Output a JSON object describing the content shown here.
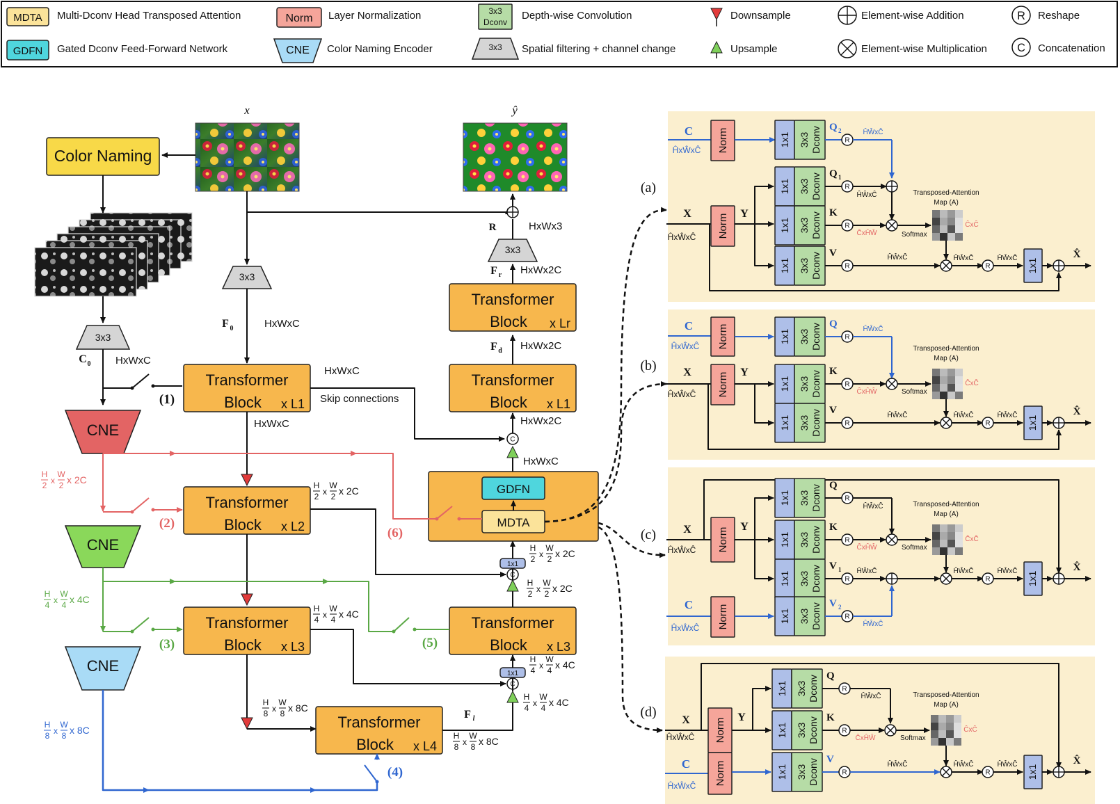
{
  "legend": {
    "mdta_tag": "MDTA",
    "mdta_text": "Multi-Dconv Head Transposed Attention",
    "gdfn_tag": "GDFN",
    "gdfn_text": "Gated Dconv Feed-Forward Network",
    "norm_tag": "Norm",
    "norm_text": "Layer Normalization",
    "cne_tag": "CNE",
    "cne_text": "Color Naming Encoder",
    "dw_tag_1": "3x3",
    "dw_tag_2": "Dconv",
    "dw_text": "Depth-wise Convolution",
    "sf_tag": "3x3",
    "sf_text": "Spatial filtering + channel change",
    "down_text": "Downsample",
    "up_text": "Upsample",
    "add_text": "Element-wise Addition",
    "mul_text": "Element-wise Multiplication",
    "reshape_sym": "R",
    "reshape_text": "Reshape",
    "concat_sym": "C",
    "concat_text": "Concatenation"
  },
  "colors": {
    "mdta": "#fbe39a",
    "gdfn": "#4fd6dd",
    "norm": "#f5a59a",
    "dconv": "#b6dca6",
    "conv1x1": "#aebfe8",
    "transformer": "#f7b74d",
    "cne_red": "#e36464",
    "cne_green": "#8ad85a",
    "cne_blue": "#a9dbf6",
    "color_naming": "#f8d948",
    "panel": "#fbefcf",
    "red_line": "#e36464",
    "green_line": "#5aa845",
    "blue_line": "#2f66d0"
  },
  "main": {
    "x_label": "x",
    "y_label": "ŷ",
    "color_naming": "Color Naming",
    "conv": "3x3",
    "f0": "F",
    "f0_sub": "0",
    "hwc": "HxWxC",
    "c0": "C",
    "c0_sub": "0",
    "cne": "CNE",
    "tb1_a": "Transformer",
    "tb1_b": "Block",
    "tb1_n": "x L1",
    "tb2_a": "Transformer",
    "tb2_b": "Block",
    "tb2_n": "x L2",
    "tb3_a": "Transformer",
    "tb3_b": "Block",
    "tb3_n": "x L3",
    "tb4_a": "Transformer",
    "tb4_b": "Block",
    "tb4_n": "x L4",
    "tb5_a": "Transformer",
    "tb5_b": "Block",
    "tb5_n": "x L3",
    "tb6_a": "Transformer",
    "tb6_b": "Block",
    "tb6_n": "x L1",
    "tb7_a": "Transformer",
    "tb7_b": "Block",
    "tb7_n": "x Lr",
    "n1": "(1)",
    "n2": "(2)",
    "n3": "(3)",
    "n4": "(4)",
    "n5": "(5)",
    "n6": "(6)",
    "skip": "Skip connections",
    "r": "R",
    "hw3": "HxWx3",
    "fr": "F",
    "fr_sub": "r",
    "hw2c": "HxWx2C",
    "fd": "F",
    "fd_sub": "d",
    "fl": "F",
    "fl_sub": "l",
    "gdfn": "GDFN",
    "mdta": "MDTA",
    "c1x1": "1x1",
    "mul2": "x 2C",
    "mul4": "x 4C",
    "mul8": "x 8C",
    "frac_h": "H",
    "frac_w": "W",
    "d2": "2",
    "d4": "4",
    "d8": "8",
    "x": "x"
  },
  "panels": {
    "a": "(a)",
    "b": "(b)",
    "c": "(c)",
    "d": "(d)",
    "X": "X",
    "Y": "Y",
    "C": "C",
    "in_dims": "ĤxŴxĈ",
    "hwc": "ĤŴxĈ",
    "cxhw": "ĈxĤŴ",
    "cxc": "ĈxĈ",
    "q": "Q",
    "k": "K",
    "v": "V",
    "sub1": "1",
    "sub2": "2",
    "norm": "Norm",
    "c1": "1x1",
    "c3": "3x3",
    "dconv": "Dconv",
    "softmax": "Softmax",
    "tam1": "Transposed-Attention",
    "tam2": "Map (A)",
    "xhat": "X̂",
    "R": "R"
  }
}
